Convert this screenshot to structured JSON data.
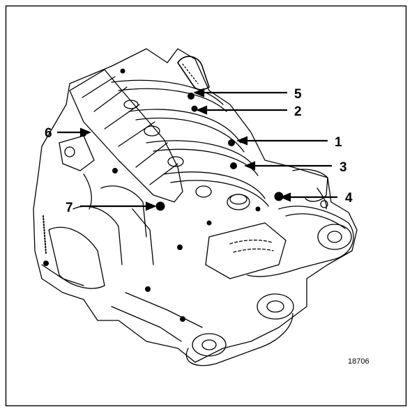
{
  "figure": {
    "reference_code": "18706",
    "callouts": [
      "5",
      "2",
      "1",
      "3",
      "4",
      "6",
      "7"
    ]
  }
}
